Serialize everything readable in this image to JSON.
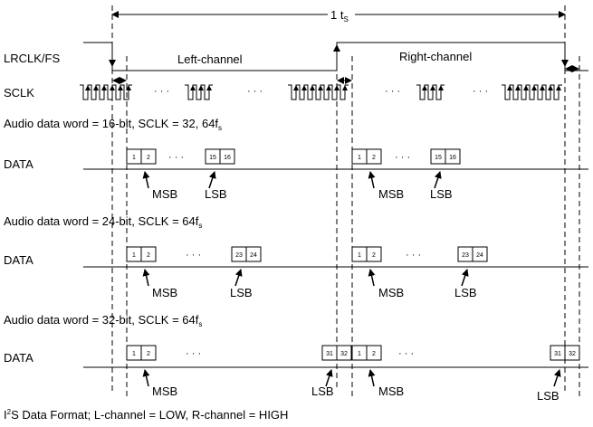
{
  "period_label": "1 t",
  "period_sub": "S",
  "signals": {
    "lrclk": "LRCLK/FS",
    "sclk": "SCLK",
    "data": "DATA"
  },
  "channels": {
    "left": "Left-channel",
    "right": "Right-channel"
  },
  "ellipsis": "· · ·",
  "sections": [
    {
      "caption": "Audio data word = 16-bit, SCLK = 32, 64f",
      "caption_sub": "s",
      "first_bits": [
        "1",
        "2"
      ],
      "last_bits": [
        "15",
        "16"
      ],
      "msb": "MSB",
      "lsb": "LSB"
    },
    {
      "caption": "Audio data word = 24-bit, SCLK = 64f",
      "caption_sub": "s",
      "first_bits": [
        "1",
        "2"
      ],
      "last_bits": [
        "23",
        "24"
      ],
      "msb": "MSB",
      "lsb": "LSB"
    },
    {
      "caption": "Audio data word = 32-bit, SCLK = 64f",
      "caption_sub": "s",
      "first_bits": [
        "1",
        "2"
      ],
      "last_bits": [
        "31",
        "32"
      ],
      "msb": "MSB",
      "lsb": "LSB"
    }
  ],
  "footer": {
    "prefix": "I",
    "sup": "2",
    "text": "S Data Format; L-channel = LOW, R-channel = HIGH"
  }
}
